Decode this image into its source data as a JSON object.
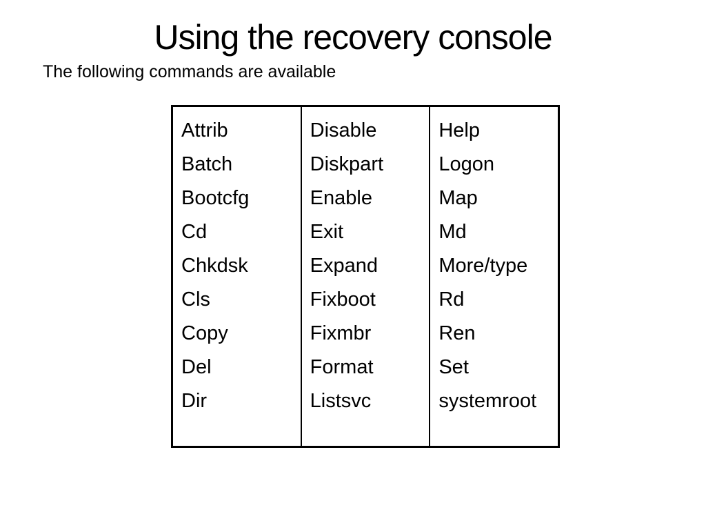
{
  "slide": {
    "title": "Using the recovery console",
    "subtitle": "The following commands are available"
  },
  "commands_table": {
    "columns": [
      {
        "items": [
          "Attrib",
          "Batch",
          "Bootcfg",
          "Cd",
          "Chkdsk",
          "Cls",
          "Copy",
          "Del",
          "Dir"
        ]
      },
      {
        "items": [
          "Disable",
          "Diskpart",
          "Enable",
          "Exit",
          "Expand",
          "Fixboot",
          "Fixmbr",
          "Format",
          "Listsvc"
        ]
      },
      {
        "items": [
          "Help",
          "Logon",
          "Map",
          "Md",
          "More/type",
          "Rd",
          "Ren",
          "Set",
          "systemroot"
        ]
      }
    ]
  },
  "colors": {
    "background": "#ffffff",
    "text": "#000000",
    "table_border": "#000000"
  }
}
